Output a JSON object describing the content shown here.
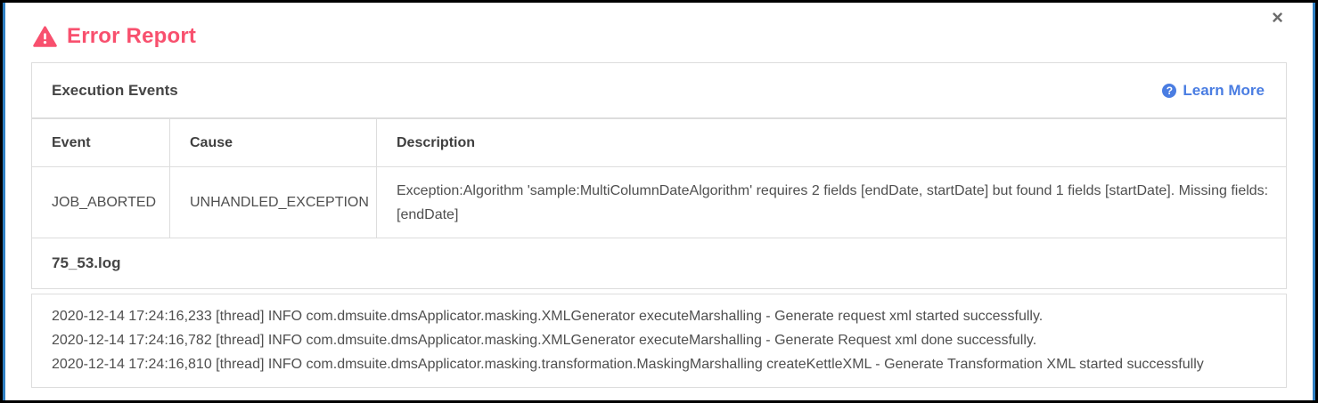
{
  "modal": {
    "title": "Error Report",
    "close_icon": "×"
  },
  "panel": {
    "title": "Execution Events",
    "learn_more_label": "Learn More",
    "learn_more_icon": "?"
  },
  "events_table": {
    "columns": [
      "Event",
      "Cause",
      "Description"
    ],
    "rows": [
      {
        "event": "JOB_ABORTED",
        "cause": "UNHANDLED_EXCEPTION",
        "description": "Exception:Algorithm 'sample:MultiColumnDateAlgorithm' requires 2 fields [endDate, startDate] but found 1 fields [startDate]. Missing fields: [endDate]"
      }
    ]
  },
  "log": {
    "filename": "75_53.log",
    "lines": [
      "2020-12-14 17:24:16,233 [thread] INFO com.dmsuite.dmsApplicator.masking.XMLGenerator executeMarshalling - Generate request xml started successfully.",
      "2020-12-14 17:24:16,782 [thread] INFO com.dmsuite.dmsApplicator.masking.XMLGenerator executeMarshalling - Generate Request xml done successfully.",
      "2020-12-14 17:24:16,810 [thread] INFO com.dmsuite.dmsApplicator.masking.transformation.MaskingMarshalling createKettleXML - Generate Transformation XML started successfully"
    ]
  },
  "colors": {
    "accent_red": "#f8506e",
    "link_blue": "#4a7de2",
    "edge_blue": "#2f80c3",
    "border_gray": "#dddddd"
  }
}
